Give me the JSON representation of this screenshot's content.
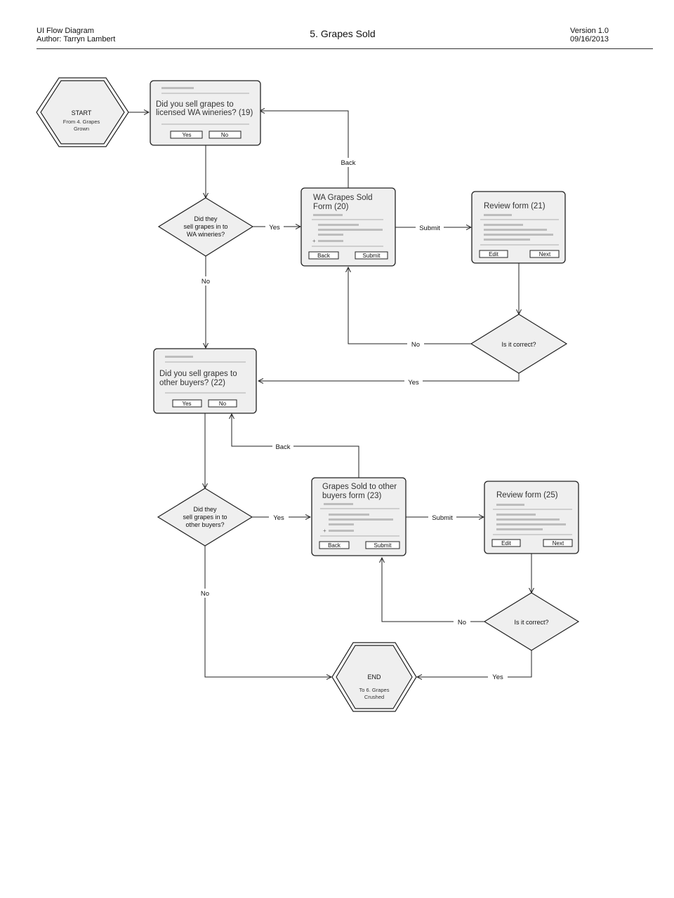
{
  "header": {
    "doc_type": "UI Flow Diagram",
    "author": "Author: Tarryn Lambert",
    "title": "5. Grapes Sold",
    "version": "Version 1.0",
    "date": "09/16/2013"
  },
  "nodes": {
    "start": {
      "label": "START",
      "sub1": "From  4. Grapes",
      "sub2": "Grown"
    },
    "end": {
      "label": "END",
      "sub1": "To 6. Grapes",
      "sub2": "Crushed"
    },
    "s19": {
      "line1": "Did you sell grapes to",
      "line2": "licensed WA wineries? (19)",
      "yes": "Yes",
      "no": "No"
    },
    "s20": {
      "line1": "WA Grapes Sold",
      "line2": "Form (20)",
      "back": "Back",
      "submit": "Submit",
      "plus": "+"
    },
    "s21": {
      "line1": "Review form (21)",
      "edit": "Edit",
      "next": "Next"
    },
    "s22": {
      "line1": "Did you sell grapes to",
      "line2": "other buyers? (22)",
      "yes": "Yes",
      "no": "No"
    },
    "s23": {
      "line1": "Grapes Sold to other",
      "line2": "buyers form (23)",
      "back": "Back",
      "submit": "Submit",
      "plus": "+"
    },
    "s25": {
      "line1": "Review form (25)",
      "edit": "Edit",
      "next": "Next"
    },
    "d1": {
      "line1": "Did they",
      "line2": "sell grapes in to",
      "line3": "WA wineries?"
    },
    "d2": {
      "line1": "Is it correct?"
    },
    "d3": {
      "line1": "Did they",
      "line2": "sell grapes in to",
      "line3": "other buyers?"
    },
    "d4": {
      "line1": "Is it correct?"
    }
  },
  "edges": {
    "back_1": "Back",
    "yes_1": "Yes",
    "no_1": "No",
    "submit_1": "Submit",
    "no_2": "No",
    "yes_2": "Yes",
    "back_2": "Back",
    "yes_3": "Yes",
    "no_3": "No",
    "submit_2": "Submit",
    "no_4": "No",
    "yes_4": "Yes"
  },
  "colors": {
    "node_fill": "#efefef",
    "stroke": "#222222",
    "placeholder_bar": "#bdbdbd"
  }
}
